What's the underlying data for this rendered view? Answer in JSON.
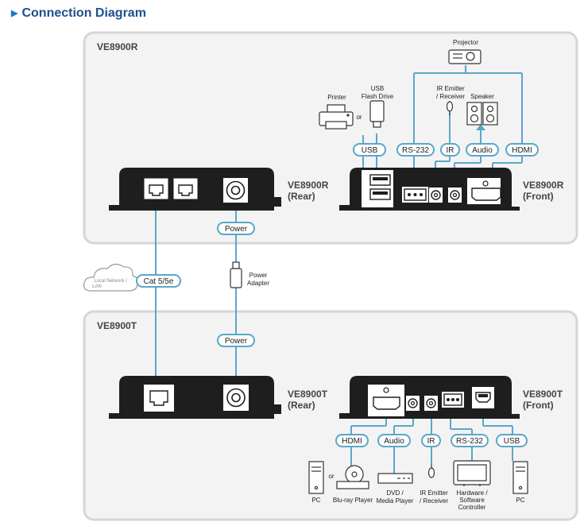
{
  "title": "Connection Diagram",
  "receiver": {
    "panel_label": "VE8900R",
    "rear_line1": "VE8900R",
    "rear_line2": "(Rear)",
    "front_line1": "VE8900R",
    "front_line2": "(Front)",
    "power_tag": "Power",
    "port_tags": {
      "usb": "USB",
      "rs232": "RS-232",
      "ir": "IR",
      "audio": "Audio",
      "hdmi": "HDMI"
    },
    "devices": {
      "projector": "Projector",
      "printer": "Printer",
      "or": "or",
      "usb_line1": "USB",
      "usb_line2": "Flash Drive",
      "ir_line1": "IR Emitter",
      "ir_line2": "/ Receiver",
      "speaker": "Speaker"
    }
  },
  "middle": {
    "cloud_line1": "Local Network /",
    "cloud_line2": "LAN",
    "cable_tag": "Cat 5/5e",
    "adapter_line1": "Power",
    "adapter_line2": "Adapter"
  },
  "transmitter": {
    "panel_label": "VE8900T",
    "rear_line1": "VE8900T",
    "rear_line2": "(Rear)",
    "front_line1": "VE8900T",
    "front_line2": "(Front)",
    "power_tag": "Power",
    "port_tags": {
      "hdmi": "HDMI",
      "audio": "Audio",
      "ir": "IR",
      "rs232": "RS-232",
      "usb": "USB"
    },
    "devices": {
      "pc1": "PC",
      "or": "or",
      "bluray": "Blu-ray Player",
      "dvd_line1": "DVD /",
      "dvd_line2": "Media Player",
      "ir_line1": "IR Emitter",
      "ir_line2": "/ Receiver",
      "hw_line1": "Hardware /",
      "hw_line2": "Software",
      "hw_line3": "Controller",
      "pc2": "PC"
    }
  },
  "colors": {
    "line": "#5aa7c9",
    "panel_border": "#d6d6d6",
    "panel_fill": "#f3f3f3",
    "device": "#1e1e1e",
    "title": "#1d4f8c"
  }
}
